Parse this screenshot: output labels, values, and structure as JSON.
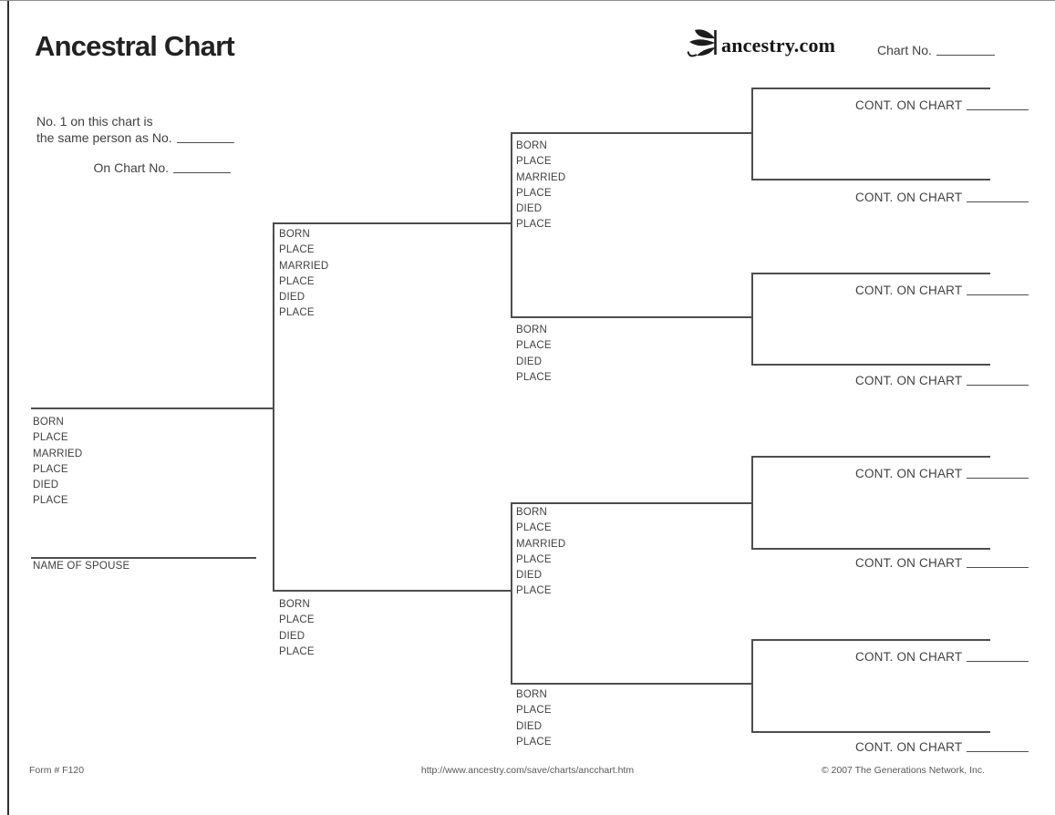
{
  "header": {
    "title": "Ancestral Chart",
    "logo_text": "ancestry.com",
    "chart_no_label": "Chart No."
  },
  "identity": {
    "line1": "No. 1 on this chart is",
    "line2": "the same person as No.",
    "line3": "On Chart No."
  },
  "field_labels": {
    "full": [
      "BORN",
      "PLACE",
      "MARRIED",
      "PLACE",
      "DIED",
      "PLACE"
    ],
    "short": [
      "BORN",
      "PLACE",
      "DIED",
      "PLACE"
    ]
  },
  "spouse_label": "NAME OF SPOUSE",
  "cont_label": "CONT. ON CHART",
  "footer": {
    "form_number": "Form # F120",
    "url": "http://www.ancestry.com/save/charts/ancchart.htm",
    "copyright": "© 2007 The Generations Network, Inc."
  },
  "icons": {
    "logo_icon": "ancestry-leaf-icon"
  },
  "colors": {
    "line": "#4d4d4d",
    "text": "#404040",
    "title": "#222222",
    "muted": "#585858"
  }
}
